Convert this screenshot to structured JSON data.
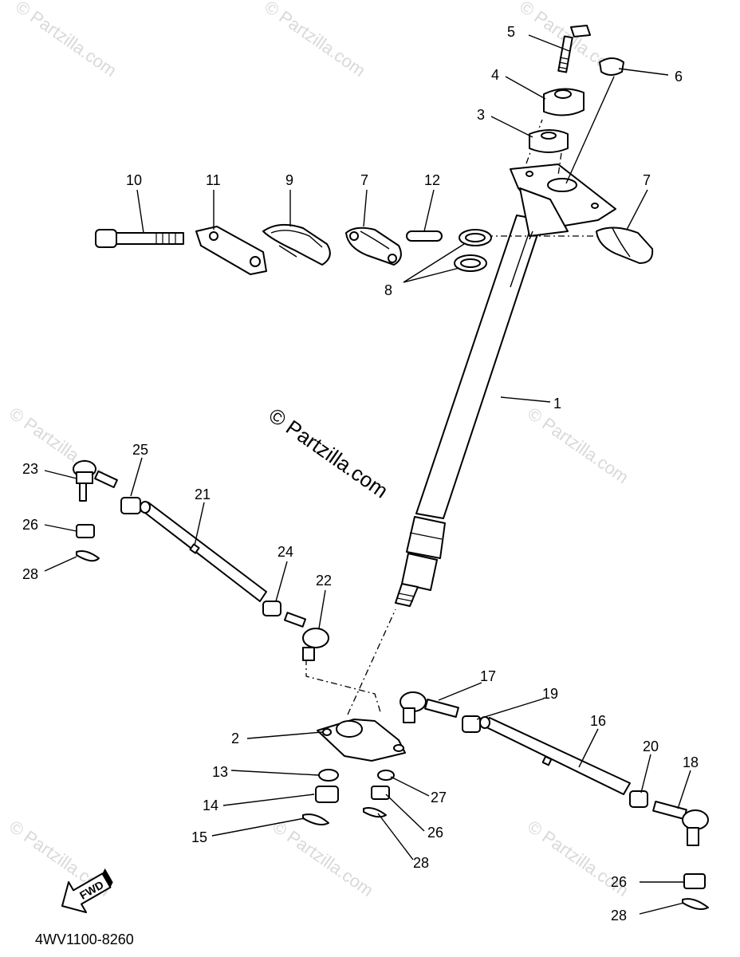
{
  "diagram": {
    "part_number": "4WV1100-8260",
    "fwd_label": "FWD",
    "watermark_center": "© Partzilla.com",
    "watermark_repeat": "© Partzilla.com",
    "callouts": {
      "c1": "1",
      "c2": "2",
      "c3": "3",
      "c4": "4",
      "c5": "5",
      "c6": "6",
      "c7a": "7",
      "c7b": "7",
      "c8": "8",
      "c9": "9",
      "c10": "10",
      "c11": "11",
      "c12": "12",
      "c13": "13",
      "c14": "14",
      "c15": "15",
      "c16": "16",
      "c17": "17",
      "c18": "18",
      "c19": "19",
      "c20": "20",
      "c21": "21",
      "c22": "22",
      "c23": "23",
      "c24": "24",
      "c25": "25",
      "c26a": "26",
      "c26b": "26",
      "c26c": "26",
      "c27": "27",
      "c28a": "28",
      "c28b": "28",
      "c28c": "28"
    }
  }
}
